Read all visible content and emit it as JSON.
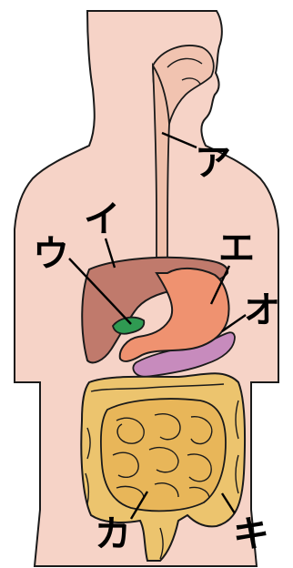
{
  "labels": {
    "a": "ア",
    "i": "イ",
    "u": "ウ",
    "e": "エ",
    "o": "オ",
    "ka": "カ",
    "ki": "キ"
  },
  "colors": {
    "skin": "#f6d3c7",
    "outline": "#1a1a1a",
    "liver": "#c07a6c",
    "gallbladder": "#2f9a52",
    "stomach": "#ef9270",
    "pancreas": "#c78bbd",
    "large_intestine": "#ecc46e",
    "small_intestine": "#e8b659"
  }
}
